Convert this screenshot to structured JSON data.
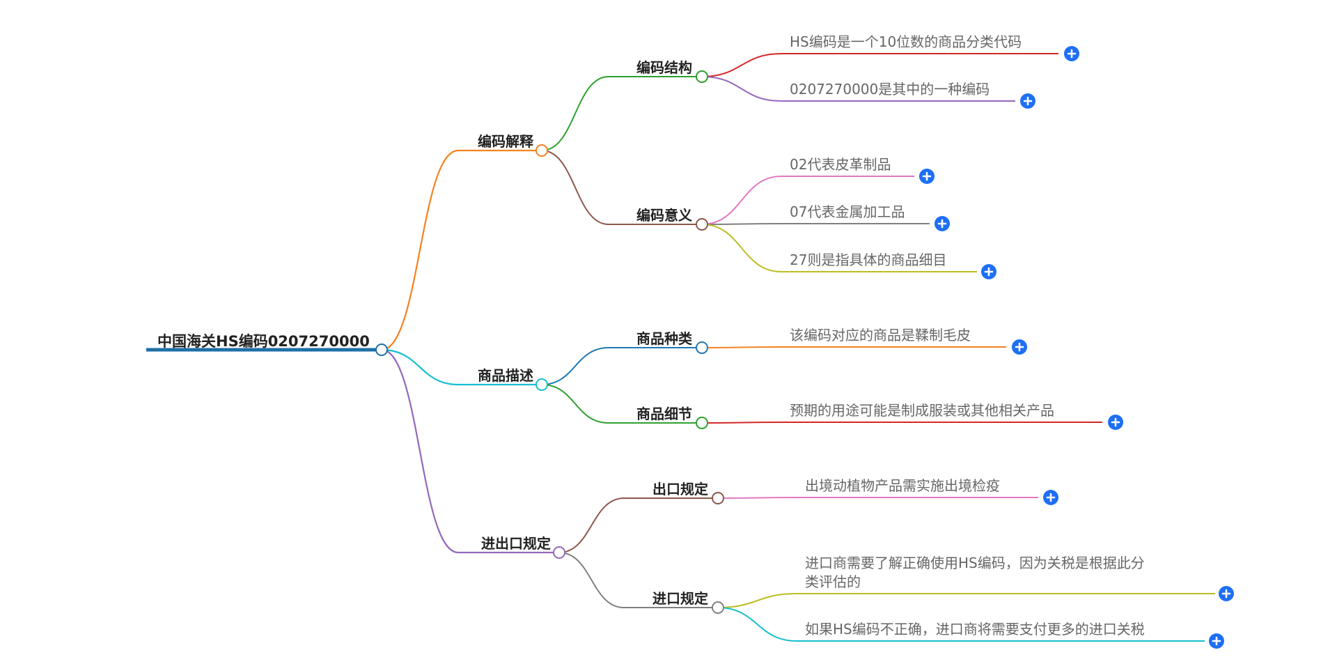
{
  "root": {
    "label": "中国海关HS编码0207270000",
    "color": "#1f6fa8"
  },
  "branches": [
    {
      "label": "编码解释",
      "color": "#f5821f",
      "children": [
        {
          "label": "编码结构",
          "color": "#2ca02c",
          "leaves": [
            {
              "lines": [
                "HS编码是一个10位数的商品分类代码"
              ],
              "color": "#d62728"
            },
            {
              "lines": [
                "0207270000是其中的一种编码"
              ],
              "color": "#9467bd"
            }
          ]
        },
        {
          "label": "编码意义",
          "color": "#8c564b",
          "leaves": [
            {
              "lines": [
                "02代表皮革制品"
              ],
              "color": "#e377c2"
            },
            {
              "lines": [
                "07代表金属加工品"
              ],
              "color": "#7f7f7f"
            },
            {
              "lines": [
                "27则是指具体的商品细目"
              ],
              "color": "#bcbd22"
            }
          ]
        }
      ]
    },
    {
      "label": "商品描述",
      "color": "#17becf",
      "children": [
        {
          "label": "商品种类",
          "color": "#1f77b4",
          "leaves": [
            {
              "lines": [
                "该编码对应的商品是鞣制毛皮"
              ],
              "color": "#f5821f"
            }
          ]
        },
        {
          "label": "商品细节",
          "color": "#2ca02c",
          "leaves": [
            {
              "lines": [
                "预期的用途可能是制成服装或其他相关产品"
              ],
              "color": "#d62728"
            }
          ]
        }
      ]
    },
    {
      "label": "进出口规定",
      "color": "#9467bd",
      "children": [
        {
          "label": "出口规定",
          "color": "#8c564b",
          "leaves": [
            {
              "lines": [
                "出境动植物产品需实施出境检疫"
              ],
              "color": "#e377c2"
            }
          ]
        },
        {
          "label": "进口规定",
          "color": "#7f7f7f",
          "leaves": [
            {
              "lines": [
                "进口商需要了解正确使用HS编码，因为关税是根据此分",
                "类评估的"
              ],
              "color": "#bcbd22"
            },
            {
              "lines": [
                "如果HS编码不正确，进口商将需要支付更多的进口关税"
              ],
              "color": "#17becf"
            }
          ]
        }
      ]
    }
  ]
}
